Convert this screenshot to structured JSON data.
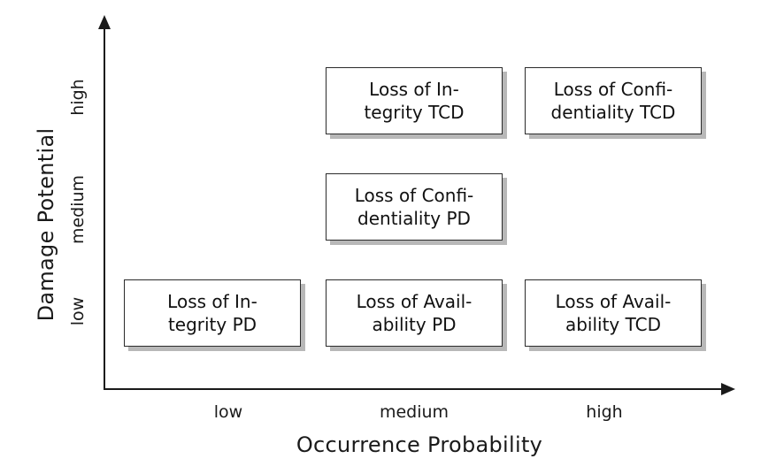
{
  "chart_data": {
    "type": "heatmap",
    "title": "",
    "xlabel": "Occurrence Probability",
    "ylabel": "Damage Potential",
    "x_categories": [
      "low",
      "medium",
      "high"
    ],
    "y_categories": [
      "low",
      "medium",
      "high"
    ],
    "grid": false,
    "legend": "none",
    "cells": [
      {
        "x": "low",
        "y": "high",
        "label": "",
        "line1": "",
        "line2": "",
        "present": false
      },
      {
        "x": "medium",
        "y": "high",
        "label": "Loss of Integrity TCD",
        "line1": "Loss of In-",
        "line2": "tegrity TCD",
        "present": true
      },
      {
        "x": "high",
        "y": "high",
        "label": "Loss of Confidentiality TCD",
        "line1": "Loss of Confi-",
        "line2": "dentiality TCD",
        "present": true
      },
      {
        "x": "low",
        "y": "medium",
        "label": "",
        "line1": "",
        "line2": "",
        "present": false
      },
      {
        "x": "medium",
        "y": "medium",
        "label": "Loss of Confidentiality PD",
        "line1": "Loss of Confi-",
        "line2": "dentiality PD",
        "present": true
      },
      {
        "x": "high",
        "y": "medium",
        "label": "",
        "line1": "",
        "line2": "",
        "present": false
      },
      {
        "x": "low",
        "y": "low",
        "label": "Loss of Integrity PD",
        "line1": "Loss of In-",
        "line2": "tegrity PD",
        "present": true
      },
      {
        "x": "medium",
        "y": "low",
        "label": "Loss of Availability PD",
        "line1": "Loss of Avail-",
        "line2": "ability PD",
        "present": true
      },
      {
        "x": "high",
        "y": "low",
        "label": "Loss of Availability TCD",
        "line1": "Loss of Avail-",
        "line2": "ability TCD",
        "present": true
      }
    ],
    "colors": {
      "box_fill": "#ffffff",
      "box_border": "#2b2b2b",
      "box_shadow": "#b8b8b8",
      "axis": "#1a1a1a",
      "text": "#111111",
      "background": "#ffffff"
    }
  },
  "axes": {
    "x": {
      "title": "Occurrence Probability",
      "ticks": [
        "low",
        "medium",
        "high"
      ]
    },
    "y": {
      "title": "Damage Potential",
      "ticks": [
        "low",
        "medium",
        "high"
      ]
    }
  },
  "boxes": {
    "integrity_tcd": {
      "line1": "Loss of In-",
      "line2": "tegrity TCD"
    },
    "confidentiality_tcd": {
      "line1": "Loss of Confi-",
      "line2": "dentiality TCD"
    },
    "confidentiality_pd": {
      "line1": "Loss of Confi-",
      "line2": "dentiality PD"
    },
    "integrity_pd": {
      "line1": "Loss of In-",
      "line2": "tegrity PD"
    },
    "availability_pd": {
      "line1": "Loss of Avail-",
      "line2": "ability PD"
    },
    "availability_tcd": {
      "line1": "Loss of Avail-",
      "line2": "ability TCD"
    }
  }
}
